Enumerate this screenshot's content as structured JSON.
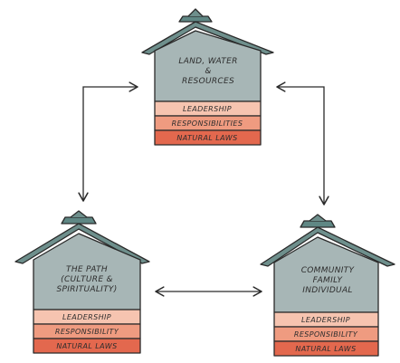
{
  "diagram": {
    "houses": [
      {
        "id": "land",
        "title_lines": [
          "LAND, WATER",
          "&",
          "RESOURCES"
        ],
        "bands": [
          "LEADERSHIP",
          "RESPONSIBILITIES",
          "NATURAL LAWS"
        ]
      },
      {
        "id": "path",
        "title_lines": [
          "THE PATH",
          "(CULTURE &",
          "SPIRITUALITY)"
        ],
        "bands": [
          "LEADERSHIP",
          "RESPONSIBILITY",
          "NATURAL LAWS"
        ]
      },
      {
        "id": "community",
        "title_lines": [
          "COMMUNITY",
          "FAMILY",
          "INDIVIDUAL"
        ],
        "bands": [
          "LEADERSHIP",
          "RESPONSIBILITY",
          "NATURAL LAWS"
        ]
      }
    ],
    "colors": {
      "body": "#a7b6b6",
      "roof": "#6e8f8c",
      "chimney": "#5f8784",
      "band_light": "#f6c4b0",
      "band_mid": "#ef9b80",
      "band_dark": "#e3684e",
      "ink": "#2a2a2a"
    }
  }
}
